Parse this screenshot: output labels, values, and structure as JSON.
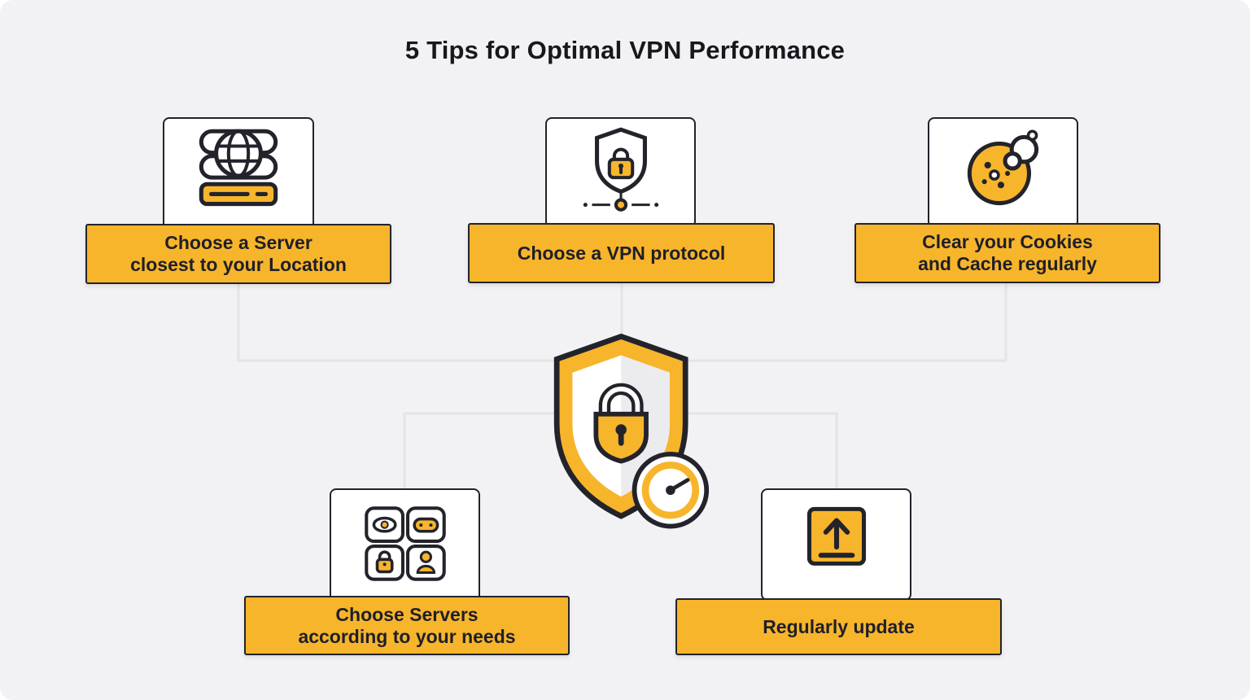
{
  "title": "5 Tips for Optimal VPN Performance",
  "colors": {
    "yellow": "#F7B52C",
    "dark": "#23232B",
    "line": "#E4E4E8",
    "background": "#F2F2F4"
  },
  "center": {
    "icon": "vpn-shield-speedometer-icon"
  },
  "tips": [
    {
      "id": "server-location",
      "icon": "globe-server-icon",
      "label": [
        "Choose a Server",
        "closest to your Location"
      ]
    },
    {
      "id": "vpn-protocol",
      "icon": "shield-lock-node-icon",
      "label": [
        "Choose a VPN protocol"
      ]
    },
    {
      "id": "cookies-cache",
      "icon": "cookie-icon",
      "label": [
        "Clear your Cookies",
        "and Cache regularly"
      ]
    },
    {
      "id": "server-needs",
      "icon": "usage-grid-icon",
      "label": [
        "Choose Servers",
        "according to your needs"
      ]
    },
    {
      "id": "regular-update",
      "icon": "upload-icon",
      "label": [
        "Regularly update"
      ]
    }
  ]
}
